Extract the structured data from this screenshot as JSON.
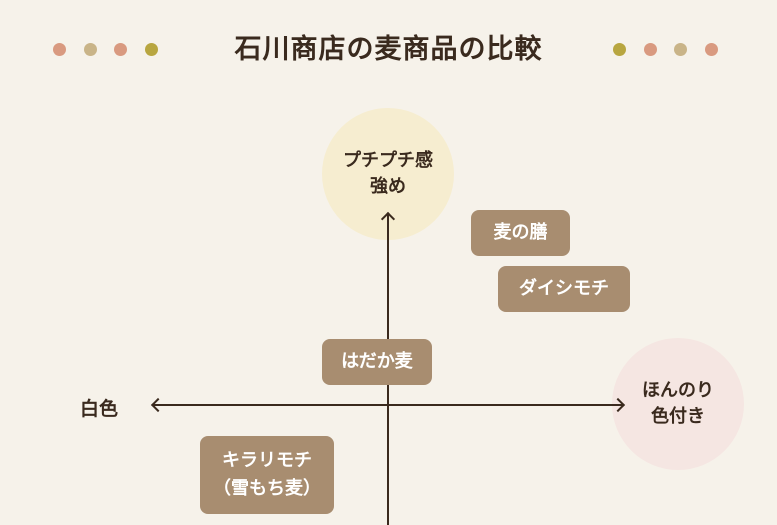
{
  "title": "石川商店の麦商品の比較",
  "decor": {
    "left_dots": [
      "#d99a80",
      "#c9b488",
      "#d99a80",
      "#b8a640"
    ],
    "right_dots": [
      "#b8a640",
      "#d99a80",
      "#c9b488",
      "#d99a80"
    ]
  },
  "axes": {
    "top_label": "プチプチ感\n強め",
    "right_label": "ほんのり\n色付き",
    "left_label": "白色"
  },
  "products": {
    "mugi_no_zen": "麦の膳",
    "daishimochi": "ダイシモチ",
    "hadakamugi": "はだか麦",
    "kirarimochi": "キラリモチ\n（雪もち麦）"
  },
  "colors": {
    "background": "#f6f2ea",
    "tag": "#a88d70",
    "top_circle": "#f6edd0",
    "right_circle": "#f5e6e2",
    "text": "#3a2a1e"
  }
}
